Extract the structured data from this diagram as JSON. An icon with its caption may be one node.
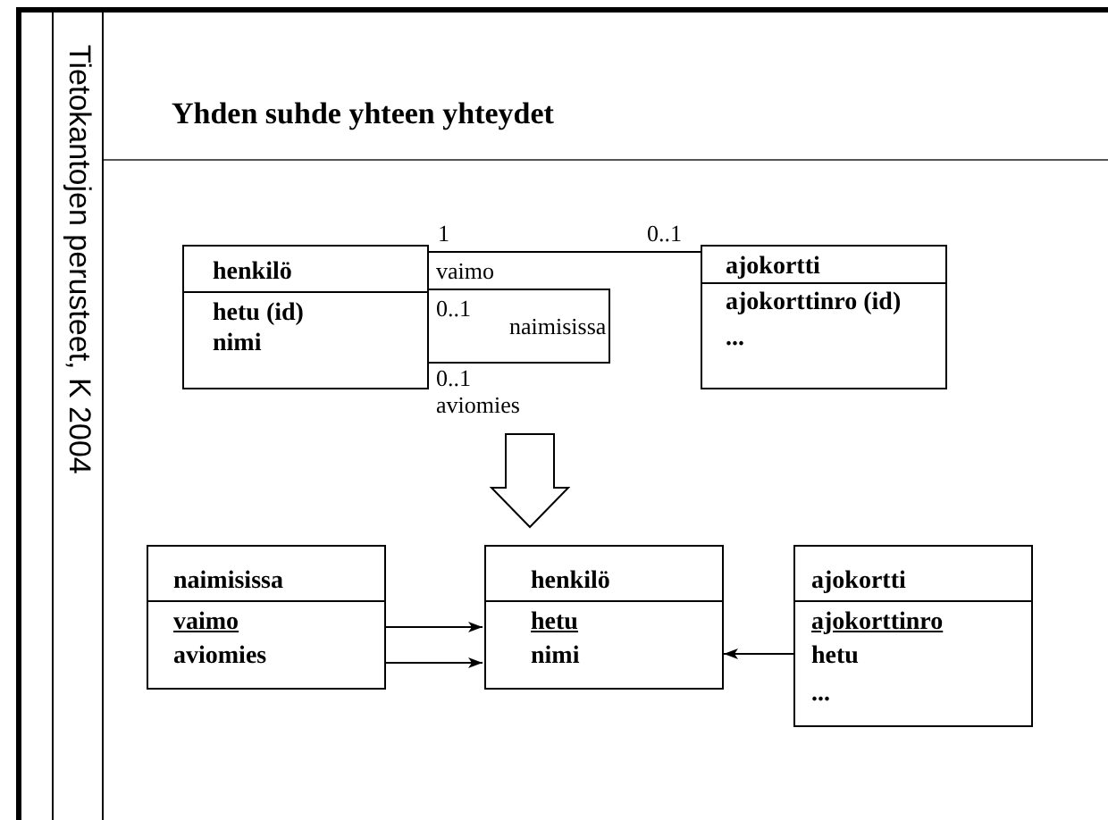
{
  "diagram": {
    "title": "Yhden suhde yhteen yhteydet",
    "nodes": [
      {
        "text": [
          "henkilö",
          "hetu (id)",
          "nimi"
        ]
      },
      {
        "text": [
          "ajokortti",
          "ajokorttinro (id)",
          "..."
        ]
      },
      {
        "text": [
          "naimisissa",
          "vaimo",
          "aviomies"
        ]
      },
      {
        "text": [
          "henkilö",
          "hetu",
          "nimi"
        ]
      },
      {
        "text": [
          "ajokortti",
          "ajokorttinro",
          "hetu",
          "..."
        ]
      }
    ],
    "edges": [
      {
        "from": 0,
        "to": 1,
        "arrow": "none"
      },
      {
        "from": 0,
        "to": 0,
        "arrow": "none",
        "label": "naimisissa"
      },
      {
        "from": 2,
        "to": 3,
        "arrow": "to"
      },
      {
        "from": 2,
        "to": 3,
        "arrow": "to"
      },
      {
        "from": 4,
        "to": 3,
        "arrow": "to"
      }
    ],
    "labels": [
      "Tietokantojen perusteet, K 2004",
      "1",
      "0..1",
      "vaimo",
      "0..1",
      "0..1",
      "aviomies"
    ]
  }
}
